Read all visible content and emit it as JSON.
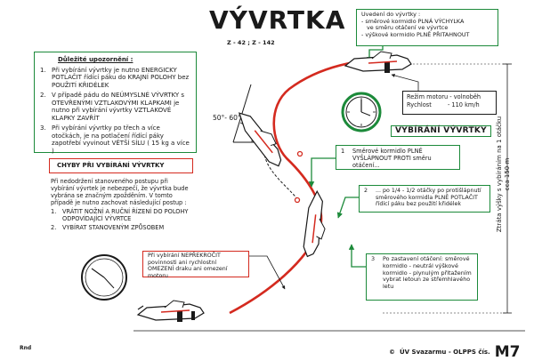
{
  "title": "VÝVRTKA",
  "subtitle": "Z - 42 ; Z - 142",
  "angle_label": "50°- 60°",
  "recovery_heading": "VYBÍRÁNÍ VÝVRTKY",
  "important": {
    "heading": "Důležité upozornění :",
    "items": [
      {
        "n": "1.",
        "text": "Při vybírání vývrtky je nutno ENERGICKY POTLAČIT řídící páku do KRAJNÍ POLOHY bez POUŽITÍ KŘIDÉLEK"
      },
      {
        "n": "2.",
        "text": "V případě pádu do NEÚMYSLNÉ VÝVRTKY s OTEVŘENÝMI VZTLAKOVÝMI KLAPKAMI je nutno při vybírání vývrtky VZTLAKOVÉ KLAPKY ZAVŘÍT"
      },
      {
        "n": "3.",
        "text": "Při vybírání vývrtky po třech a více otočkách, je na potlačení řídící páky zapotřebí vyvinout VĚTŠÍ SÍLU ( 15 kg a více )"
      }
    ]
  },
  "errors": {
    "heading": "CHYBY PŘI VYBÍRÁNÍ VÝVRTKY",
    "intro": "Při nedodržení stanoveného postupu při vybírání vývrtek je nebezpečí, že vývrtka bude vybrána se značným zpožděním. V tomto případě je nutno zachovat následující postup :",
    "items": [
      {
        "n": "1.",
        "text": "VRÁTIT NOŽNÍ A RUČNÍ ŘÍZENÍ DO POLOHY ODPOVÍDAJÍCÍ VÝVRTCE"
      },
      {
        "n": "2.",
        "text": "VYBÍRAT STANOVENÝM ZPŮSOBEM"
      }
    ]
  },
  "entry": {
    "heading": "Uvedení do vývrtky :",
    "lines": [
      "- směrové kormidlo PLNÁ VÝCHYLKA",
      "ve směru otáčení ve vývrtce",
      "- výškové kormidlo PLNĚ PŘITAHNOUT"
    ]
  },
  "engine": {
    "row1_label": "Režim motoru",
    "row1_value": "- volnoběh",
    "row2_label": "Rychlost",
    "row2_value": "- 110 km/h"
  },
  "step1": {
    "n": "1",
    "text": "Směrové kormidlo PLNĚ VYŠLÁPNOUT PROTI směru otáčení..."
  },
  "step2": {
    "n": "2",
    "text": "... po 1/4 - 1/2 otáčky po protišlápnutí směrového kormidla PLNĚ POTLAČIT řídící páku bez použití křidélek"
  },
  "step3": {
    "n": "3",
    "text": "Po zastavení otáčení: směrové kormidlo - neutrál výškové kormidlo - plynulým přitažením vybrat letoun ze střemhlavého letu"
  },
  "warning": "Při vybírání NEPŘEKROČIT povinnosti ani rychlostní OMEZENÍ draku ani omezení motoru",
  "height_note": "Ztráta výšky s vybíráním na 1 otáčku cca 150 m",
  "footer": {
    "org": "ÚV Svazarmu - OLPPS čís.",
    "number": "M7"
  },
  "corner_mark": "Rnd",
  "colors": {
    "green": "#1c8a3a",
    "red": "#d42a1f",
    "ink": "#1a1a1a"
  }
}
